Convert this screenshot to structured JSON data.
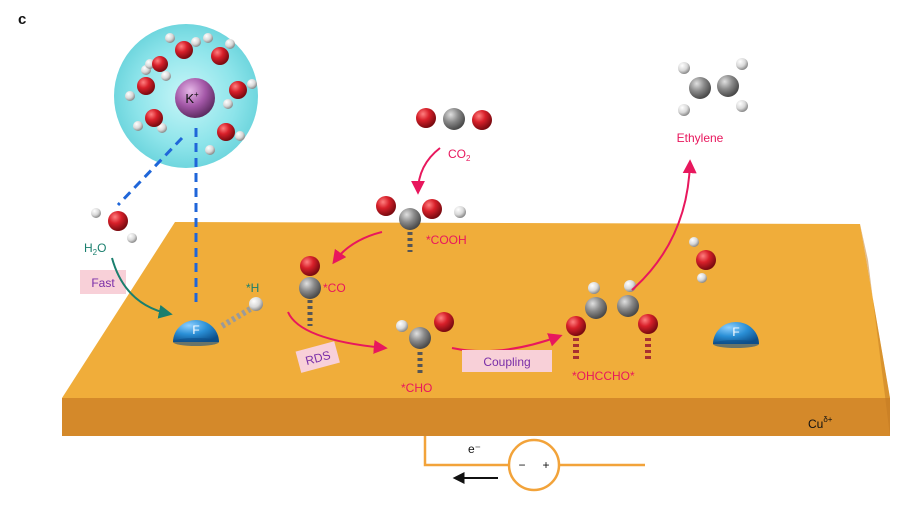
{
  "panel_label": "c",
  "labels": {
    "k_ion": "K",
    "k_charge": "+",
    "water_h": "H",
    "water_sub": "2",
    "water_o": "O",
    "fast": "Fast",
    "h_ads": "*H",
    "fluorine": "F",
    "co": "*CO",
    "co2_main": "CO",
    "co2_sub": "2",
    "cooh": "*COOH",
    "rds": "RDS",
    "cho": "*CHO",
    "coupling": "Coupling",
    "ohccho": "*OHCCHO*",
    "ethylene": "Ethylene",
    "cu": "Cu",
    "cu_sup": "δ+",
    "electron": "e⁻",
    "minus": "−",
    "plus": "+"
  },
  "colors": {
    "slab_top": "#f0ad3a",
    "slab_front": "#d4892a",
    "arrow_pink": "#e8175d",
    "arrow_teal": "#1a7f6e",
    "dash_blue": "#1f66d9",
    "fluorine_blue": "#2a8fd6",
    "oxygen_red": "#d8202a",
    "carbon_gray": "#8a8a8a",
    "hydrogen_white": "#e6e6e6",
    "k_purple": "#a458a8",
    "hydration_cyan": "#8de4ea",
    "tag_pink": "#f8d0d8",
    "circuit_orange": "#f2a33a"
  }
}
